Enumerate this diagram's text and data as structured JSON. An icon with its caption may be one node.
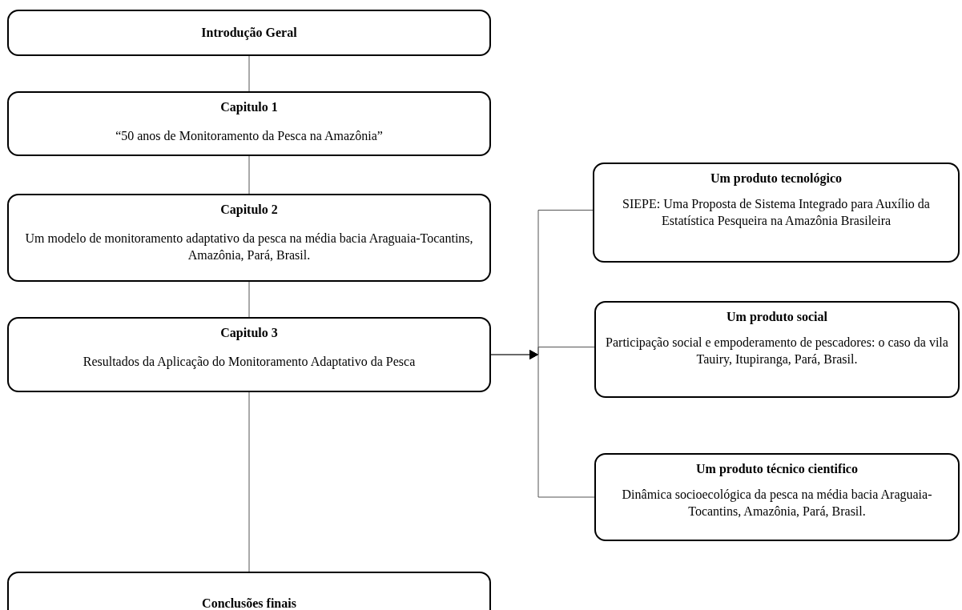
{
  "diagram": {
    "nodes": [
      {
        "text": [
          "Introdução Geral"
        ]
      },
      {
        "text": [
          "Capitulo 1",
          "“50 anos de Monitoramento da Pesca na Amazônia”"
        ]
      },
      {
        "text": [
          "Capitulo 2",
          "Um modelo de monitoramento adaptativo da pesca na média bacia Araguaia-Tocantins,  Amazônia, Pará, Brasil."
        ]
      },
      {
        "text": [
          "Capitulo 3",
          "Resultados da Aplicação  do Monitoramento Adaptativo da Pesca"
        ]
      },
      {
        "text": [
          "Um produto tecnológico",
          "SIEPE: Uma Proposta de Sistema Integrado para Auxílio da Estatística Pesqueira na Amazônia Brasileira"
        ]
      },
      {
        "text": [
          "Um produto social",
          "Participação social e empoderamento de pescadores: o caso da vila Tauiry, Itupiranga, Pará, Brasil."
        ]
      },
      {
        "text": [
          "Um produto técnico cientifico",
          "Dinâmica socioecológica da pesca na média bacia Araguaia-Tocantins, Amazônia, Pará, Brasil."
        ]
      },
      {
        "text": [
          "Conclusões finais"
        ]
      }
    ],
    "edges": [
      {
        "from": 0,
        "to": 1,
        "arrow": "none"
      },
      {
        "from": 1,
        "to": 2,
        "arrow": "none"
      },
      {
        "from": 2,
        "to": 3,
        "arrow": "none"
      },
      {
        "from": 3,
        "to": 4,
        "arrow": "to"
      },
      {
        "from": 3,
        "to": 5,
        "arrow": "to"
      },
      {
        "from": 3,
        "to": 6,
        "arrow": "to"
      },
      {
        "from": 3,
        "to": 7,
        "arrow": "none"
      }
    ]
  }
}
